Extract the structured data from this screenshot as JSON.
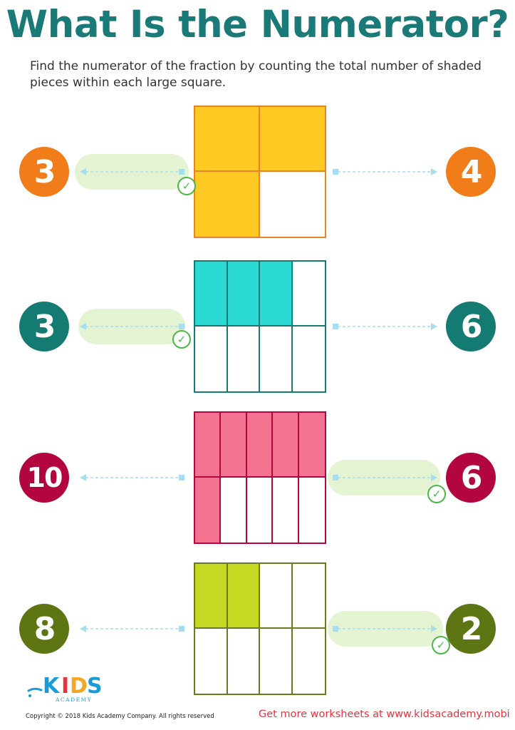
{
  "header": {
    "title": "What Is the Numerator?",
    "instructions": "Find the numerator of the fraction by counting the total number of shaded pieces within each large square."
  },
  "problems": [
    {
      "left_option": "3",
      "right_option": "4",
      "answer": "left",
      "color": "#f07c1a",
      "border_color": "#e9832a",
      "fill_color": "#fdc922",
      "columns": 2,
      "rows": 2,
      "shaded_cells": [
        0,
        1,
        2
      ]
    },
    {
      "left_option": "3",
      "right_option": "6",
      "answer": "left",
      "color": "#137b72",
      "border_color": "#137b72",
      "fill_color": "#2bdad5",
      "columns": 4,
      "rows": 2,
      "shaded_cells": [
        0,
        1,
        2
      ]
    },
    {
      "left_option": "10",
      "right_option": "6",
      "answer": "right",
      "color": "#b3063f",
      "border_color": "#b3063f",
      "fill_color": "#f37391",
      "columns": 5,
      "rows": 2,
      "shaded_cells": [
        0,
        1,
        2,
        3,
        4,
        5
      ]
    },
    {
      "left_option": "8",
      "right_option": "2",
      "answer": "right",
      "color": "#5e7514",
      "border_color": "#6a7b1d",
      "fill_color": "#c6d922",
      "columns": 4,
      "rows": 2,
      "shaded_cells": [
        0,
        1
      ]
    }
  ],
  "colors": {
    "title": "#1a7a78",
    "answer_highlight": "#e4f4d2",
    "check": "#4cb84a",
    "arrow": "#a4def0",
    "footer_link": "#e5333e"
  },
  "footer": {
    "logo_text": "KIDS",
    "logo_subtext": "ACADEMY",
    "copyright": "Copyright © 2018 Kids Academy Company. All rights reserved",
    "link_text": "Get more worksheets at www.kidsacademy.mobi"
  }
}
